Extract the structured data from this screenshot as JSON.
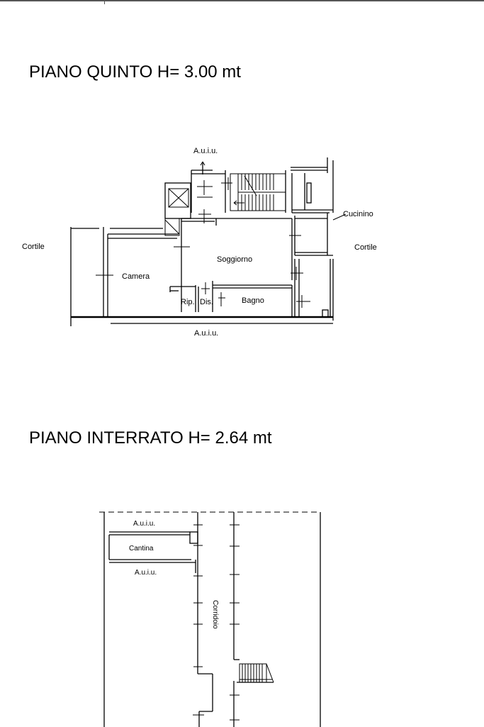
{
  "floor5": {
    "title": "PIANO QUINTO H= 3.00 mt",
    "labels": {
      "aui_top": "A.u.i.u.",
      "aui_bottom": "A.u.i.u.",
      "cucinino": "Cucinino",
      "cortile_left": "Cortile",
      "cortile_right": "Cortile",
      "soggiorno": "Soggiorno",
      "camera": "Camera",
      "bagno": "Bagno",
      "rip": "Rip.",
      "dis": "Dis."
    }
  },
  "basement": {
    "title": "PIANO INTERRATO H= 2.64 mt",
    "labels": {
      "aui_top": "A.u.i.u.",
      "cantina": "Cantina",
      "aui_bottom": "A.u.i.u.",
      "corridoio": "Corridoio"
    }
  }
}
